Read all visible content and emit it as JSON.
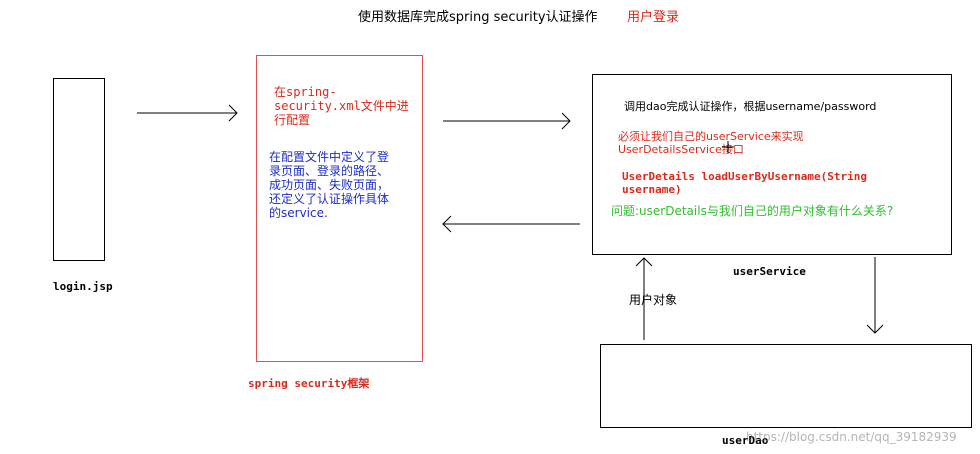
{
  "title": {
    "main": "使用数据库完成spring security认证操作",
    "tag": "用户登录"
  },
  "login": {
    "label": "login.jsp"
  },
  "framework": {
    "config_note": "在spring-security.xml文件中进行配置",
    "description": "在配置文件中定义了登录页面、登录的路径、成功页面、失败页面，还定义了认证操作具体的service.",
    "label": "spring security框架"
  },
  "user_service": {
    "line1": "调用dao完成认证操作，根据username/password",
    "line2": "必须让我们自己的userService来实现UserDetailsService接口",
    "line3": "UserDetails loadUserByUsername(String username)",
    "question": "问题:userDetails与我们自己的用户对象有什么关系?",
    "label": "userService"
  },
  "user_object": {
    "label": "用户对象"
  },
  "user_dao": {
    "label": "userDao"
  },
  "watermark": "https://blog.csdn.net/qq_39182939",
  "colors": {
    "red": "#d92a1c",
    "blue": "#1f2fc0",
    "green": "#2fbf2f",
    "frame_red": "#e05050"
  }
}
